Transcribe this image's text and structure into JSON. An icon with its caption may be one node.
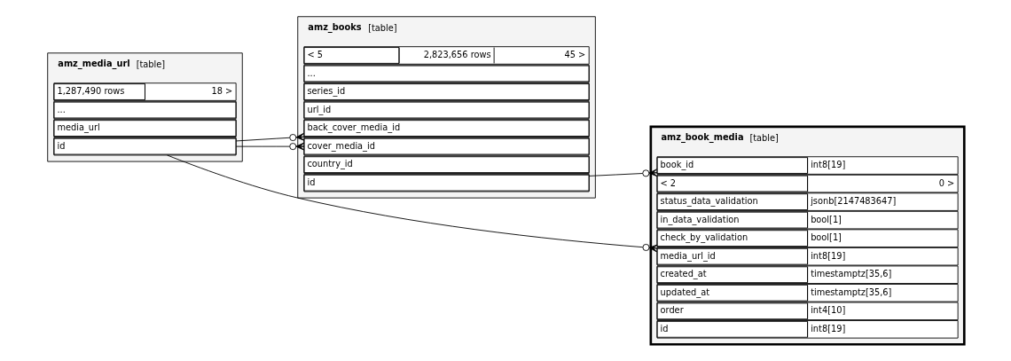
{
  "diagram": {
    "nodes": [
      {
        "text": [
          "amz_media_url",
          "[table]"
        ]
      },
      {
        "text": [
          "id"
        ],
        "in": 0
      },
      {
        "text": [
          "media_url"
        ],
        "in": 0
      },
      {
        "text": [
          "..."
        ],
        "in": 0
      },
      {
        "text": [
          "1,287,490 rows",
          "18 >"
        ],
        "in": 0
      },
      {
        "text": [
          "amz_books",
          "[table]"
        ]
      },
      {
        "text": [
          "id"
        ],
        "in": 5
      },
      {
        "text": [
          "country_id"
        ],
        "in": 5
      },
      {
        "text": [
          "back_cover_media_id"
        ],
        "in": 5
      },
      {
        "text": [
          "cover_media_id"
        ],
        "in": 5
      },
      {
        "text": [
          "url_id"
        ],
        "in": 5
      },
      {
        "text": [
          "series_id"
        ],
        "in": 5
      },
      {
        "text": [
          "..."
        ],
        "in": 5
      },
      {
        "text": [
          "< 5",
          "2,823,656 rows",
          "45 >"
        ],
        "in": 5
      },
      {
        "text": [
          "amz_book_media",
          "[table]"
        ]
      },
      {
        "text": [
          "id",
          "int8[19]"
        ],
        "in": 14
      },
      {
        "text": [
          "order",
          "int4[10]"
        ],
        "in": 14
      },
      {
        "text": [
          "updated_at",
          "timestamptz[35,6]"
        ],
        "in": 14
      },
      {
        "text": [
          "created_at",
          "timestamptz[35,6]"
        ],
        "in": 14
      },
      {
        "text": [
          "book_id",
          "int8[19]"
        ],
        "in": 14
      },
      {
        "text": [
          "media_url_id",
          "int8[19]"
        ],
        "in": 14
      },
      {
        "text": [
          "check_by_validation",
          "bool[1]"
        ],
        "in": 14
      },
      {
        "text": [
          "in_data_validation",
          "bool[1]"
        ],
        "in": 14
      },
      {
        "text": [
          "status_data_validation",
          "jsonb[2147483647]"
        ],
        "in": 14
      },
      {
        "text": [
          "< 2",
          "0 >"
        ],
        "in": 14
      }
    ],
    "edges": [
      {
        "from": 1,
        "to": 8,
        "arrow": "other"
      },
      {
        "from": 1,
        "to": 9,
        "arrow": "other"
      },
      {
        "from": 6,
        "to": 19,
        "arrow": "other"
      },
      {
        "from": 1,
        "to": 20,
        "arrow": "other"
      }
    ]
  }
}
